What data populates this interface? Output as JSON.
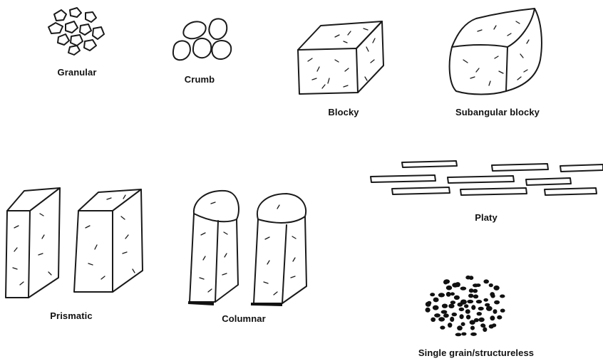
{
  "labels": {
    "granular": "Granular",
    "crumb": "Crumb",
    "blocky": "Blocky",
    "subangular_blocky": "Subangular blocky",
    "platy": "Platy",
    "prismatic": "Prismatic",
    "columnar": "Columnar",
    "single_grain": "Single grain/structureless"
  }
}
